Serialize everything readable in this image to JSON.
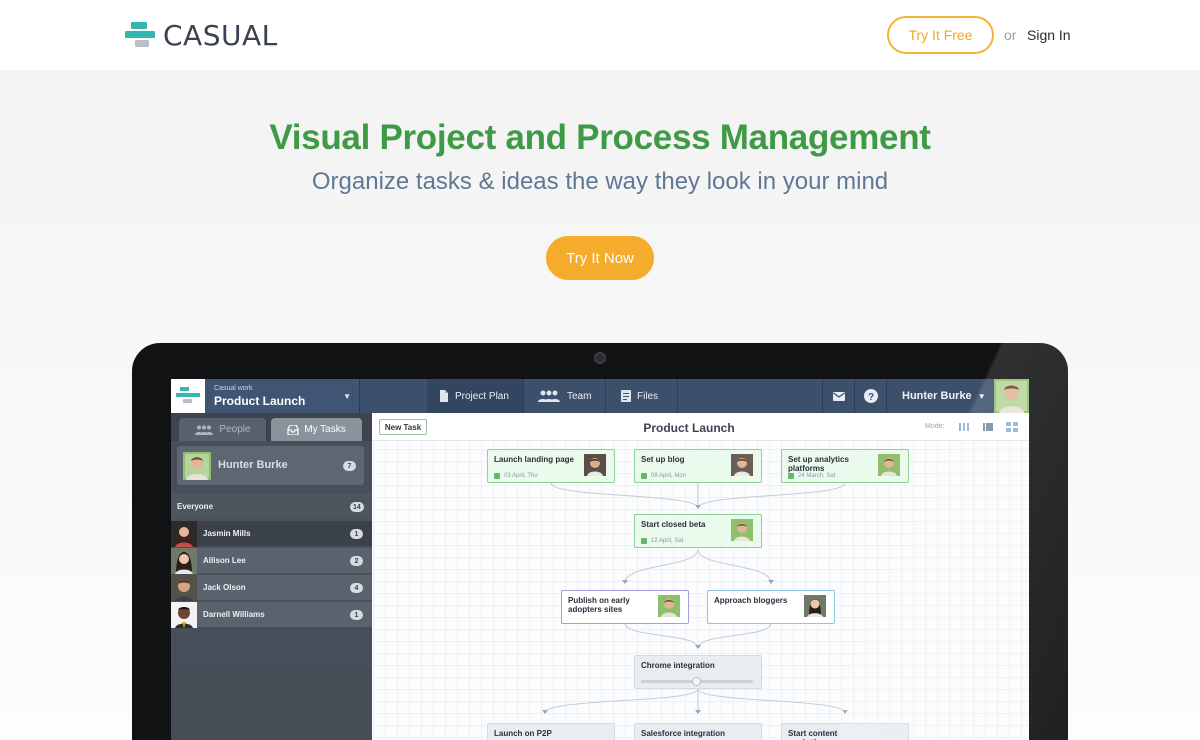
{
  "header": {
    "logo_text": "CASUAL",
    "try_free": "Try It Free",
    "or": "or",
    "sign_in": "Sign In"
  },
  "hero": {
    "title": "Visual Project and Process Management",
    "subtitle": "Organize tasks & ideas the way they look in your mind",
    "cta": "Try It Now"
  },
  "colors": {
    "brand_green": "#3f9a45",
    "brand_orange": "#f5ab2c",
    "logo_teal": "#36b6b0",
    "app_bar": "#3c4f6b"
  },
  "app": {
    "workspace": "Casual work",
    "project": "Product Launch",
    "tabs": [
      {
        "label": "Project Plan",
        "icon": "document-icon",
        "active": true
      },
      {
        "label": "Team",
        "icon": "team-icon",
        "active": false
      },
      {
        "label": "Files",
        "icon": "files-icon",
        "active": false
      }
    ],
    "mail_icon": "mail-icon",
    "help_icon": "help-icon",
    "user_name": "Hunter Burke",
    "sidebar": {
      "tabs": [
        {
          "label": "People",
          "icon": "people-icon",
          "active": false
        },
        {
          "label": "My Tasks",
          "icon": "inbox-icon",
          "active": true
        }
      ],
      "current_user": {
        "name": "Hunter Burke",
        "count": "7"
      },
      "everyone": {
        "label": "Everyone",
        "count": "14"
      },
      "people": [
        {
          "name": "Jasmin Mills",
          "count": "1",
          "selected": true
        },
        {
          "name": "Allison Lee",
          "count": "2",
          "selected": false
        },
        {
          "name": "Jack Olson",
          "count": "4",
          "selected": false
        },
        {
          "name": "Darnell Williams",
          "count": "1",
          "selected": false
        }
      ]
    },
    "canvas": {
      "new_task": "New Task",
      "title": "Product Launch",
      "mode_label": "Mode:",
      "modes": [
        "columns-view-icon",
        "list-view-icon",
        "map-view-icon"
      ],
      "cards": [
        {
          "title": "Launch landing page",
          "date": "03 April, Thu",
          "style": "green"
        },
        {
          "title": "Set up blog",
          "date": "08 April, Mon",
          "style": "green"
        },
        {
          "title": "Set up analytics platforms",
          "date": "24 March, Sat",
          "style": "green"
        },
        {
          "title": "Start closed beta",
          "date": "12 April, Sat",
          "style": "green"
        },
        {
          "title": "Publish on early adopters sites",
          "date": "",
          "style": "purple"
        },
        {
          "title": "Approach bloggers",
          "date": "",
          "style": "blue"
        },
        {
          "title": "Chrome integration",
          "date": "",
          "style": "grey",
          "progress": 0.5
        },
        {
          "title": "Launch on P2P",
          "date": "",
          "style": "grey"
        },
        {
          "title": "Salesforce integration",
          "date": "",
          "style": "grey"
        },
        {
          "title": "Start content marketing",
          "date": "",
          "style": "grey"
        }
      ]
    }
  }
}
